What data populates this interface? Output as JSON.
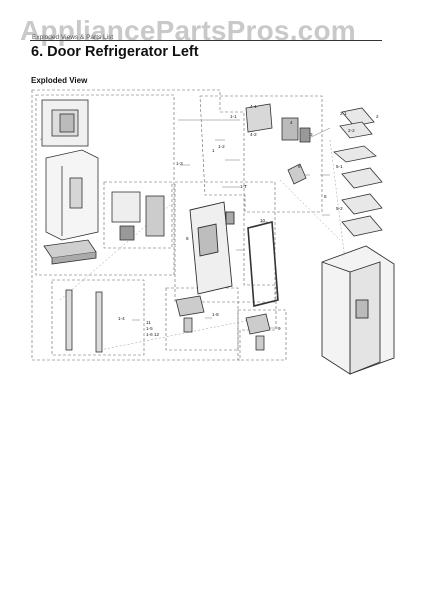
{
  "watermark": "AppliancePartsPros.com",
  "breadcrumb": "Exploded Views & Parts List",
  "page_title": "6.  Door Refrigerator Left",
  "section_heading": "Exploded View",
  "part_callouts": [
    {
      "id": "c1",
      "label": "1"
    },
    {
      "id": "c1-1",
      "label": "1-1"
    },
    {
      "id": "c1-2",
      "label": "1-2"
    },
    {
      "id": "c1-3",
      "label": "1-3"
    },
    {
      "id": "c1-4",
      "label": "1-4"
    },
    {
      "id": "c1-5",
      "label": "1-5"
    },
    {
      "id": "c1-6",
      "label": "1-6"
    },
    {
      "id": "c1-7",
      "label": "1-7"
    },
    {
      "id": "c1-8",
      "label": "1-8"
    },
    {
      "id": "c2",
      "label": "2"
    },
    {
      "id": "c2-1",
      "label": "2-1"
    },
    {
      "id": "c2-2",
      "label": "2-2"
    },
    {
      "id": "c3",
      "label": "3"
    },
    {
      "id": "c4",
      "label": "4"
    },
    {
      "id": "c4-1",
      "label": "4-1"
    },
    {
      "id": "c4-2",
      "label": "4-2"
    },
    {
      "id": "c5",
      "label": "5"
    },
    {
      "id": "c5-1",
      "label": "5-1"
    },
    {
      "id": "c5-2",
      "label": "5-2"
    },
    {
      "id": "c6",
      "label": "6"
    },
    {
      "id": "c7",
      "label": "7"
    },
    {
      "id": "c8",
      "label": "8"
    },
    {
      "id": "c9",
      "label": "9"
    },
    {
      "id": "c10",
      "label": "10"
    },
    {
      "id": "c11",
      "label": "11"
    },
    {
      "id": "c12",
      "label": "12"
    }
  ]
}
